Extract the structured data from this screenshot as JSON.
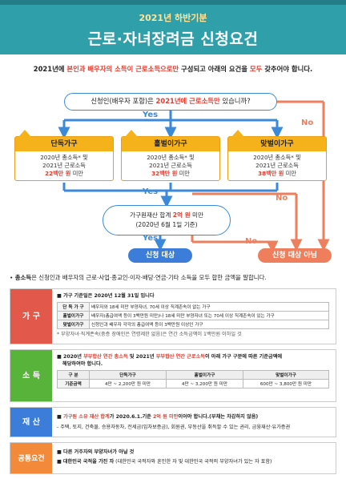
{
  "header": {
    "subtitle": "2021년 하반기분",
    "title": "근로·자녀장려금 신청요건"
  },
  "intro": {
    "part1": "2021년에 ",
    "highlight1": "본인과 배우자의 소득이 근로소득으로만",
    "part2": " 구성되고 아래의 요건을 ",
    "highlight2": "모두",
    "part3": " 갖추어야 합니다."
  },
  "flow": {
    "question1": {
      "prefix": "신청인(배우자 포함)은 ",
      "highlight": "2021년에 근로소득만",
      "suffix": " 있습니까?"
    },
    "yes": "Yes",
    "no": "No",
    "households": [
      {
        "title": "단독가구",
        "line1": "2020년 총소득* 및",
        "line2": "2021년 근로소득",
        "limit": "22백만 원",
        "suffix": " 미만"
      },
      {
        "title": "홑벌이가구",
        "line1": "2020년 총소득* 및",
        "line2": "2021년 근로소득",
        "limit": "32백만 원",
        "suffix": " 미만"
      },
      {
        "title": "맞벌이가구",
        "line1": "2020년 총소득* 및",
        "line2": "2021년 근로소득",
        "limit": "38백만 원",
        "suffix": " 미만"
      }
    ],
    "question2": {
      "prefix": "가구원재산 합계 ",
      "highlight": "2억 원",
      "suffix": " 미만",
      "line2": "(2020년 6월 1일 기준)"
    },
    "result_ok": "신청 대상",
    "result_no": "신청 대상 아님"
  },
  "note": {
    "bullet": "•",
    "term": "총소득",
    "text": "은 신청인과 배우자의 근로·사업·종교인·이자·배당·연금·기타 소득을 모두 합한 금액을 말합니다."
  },
  "sections": {
    "household": {
      "label": "가 구",
      "color": "#e2584a",
      "lead": "가구 기준일은 2020년 12월 31일 입니다",
      "rows": [
        {
          "k": "단 독 가 구",
          "v": "배우자와 18세 미만 부양자녀, 70세 이상 직계존속이 없는 가구"
        },
        {
          "k": "홑벌이가구",
          "v": "배우자(총급여액 등이 3백만원 미만)나 18세 미만 부양자녀 또는 70세 이상 직계존속이 있는 가구"
        },
        {
          "k": "맞벌이가구",
          "v": "신청인과 배우자 각각의 총급여액 등이 3백만원 이상인 가구"
        }
      ],
      "foot": "* 부양자녀·직계존속(중증 장애인은 연령제한 없음)은 연간 소득금액이 1백만원 이하일 것"
    },
    "income": {
      "label": "소 득",
      "color": "#58b33b",
      "lead_prefix": "2020년 ",
      "lead_h1": "부부합산 연간 총소득",
      "lead_mid": " 및 2021년 ",
      "lead_h2": "부부합산 연간 근로소득",
      "lead_suffix": "이 아래 가구 구분에 따른 기준금액에",
      "lead2": "해당하여야 합니다.",
      "table": {
        "headers": [
          "구 분",
          "단독가구",
          "홑벌이가구",
          "맞벌이가구"
        ],
        "row": [
          "기준금액",
          "4만 ~ 2,200만 원 미만",
          "4만 ~ 3,200만 원 미만",
          "600만 ~ 3,800만 원 미만"
        ]
      }
    },
    "property": {
      "label": "재 산",
      "color": "#3b7dd8",
      "lead_prefix": "가구원 소유 재산 합계",
      "lead_mid": "가 2020.6.1.기준 ",
      "lead_h": "2억 원 미만",
      "lead_suffix": "이어야 합니다.(부채는 차감하지 않음)",
      "detail": "- 주택, 토지, 건축물, 승용자동차, 전세금(임차보증금), 회원권, 부동산을 취득할 수 있는 권리, 금융재산·유가증권"
    },
    "common": {
      "label": "공통요건",
      "color": "#f28a3a",
      "line1": "다른 거주자의 부양자녀가 아닐 것",
      "line2_bold": "대한민국 국적을 가진 자",
      "line2_rest": " (대한민국 국적자와 혼인한 자 및 대한민국 국적의 부양자녀가 있는 자 포함)"
    }
  }
}
